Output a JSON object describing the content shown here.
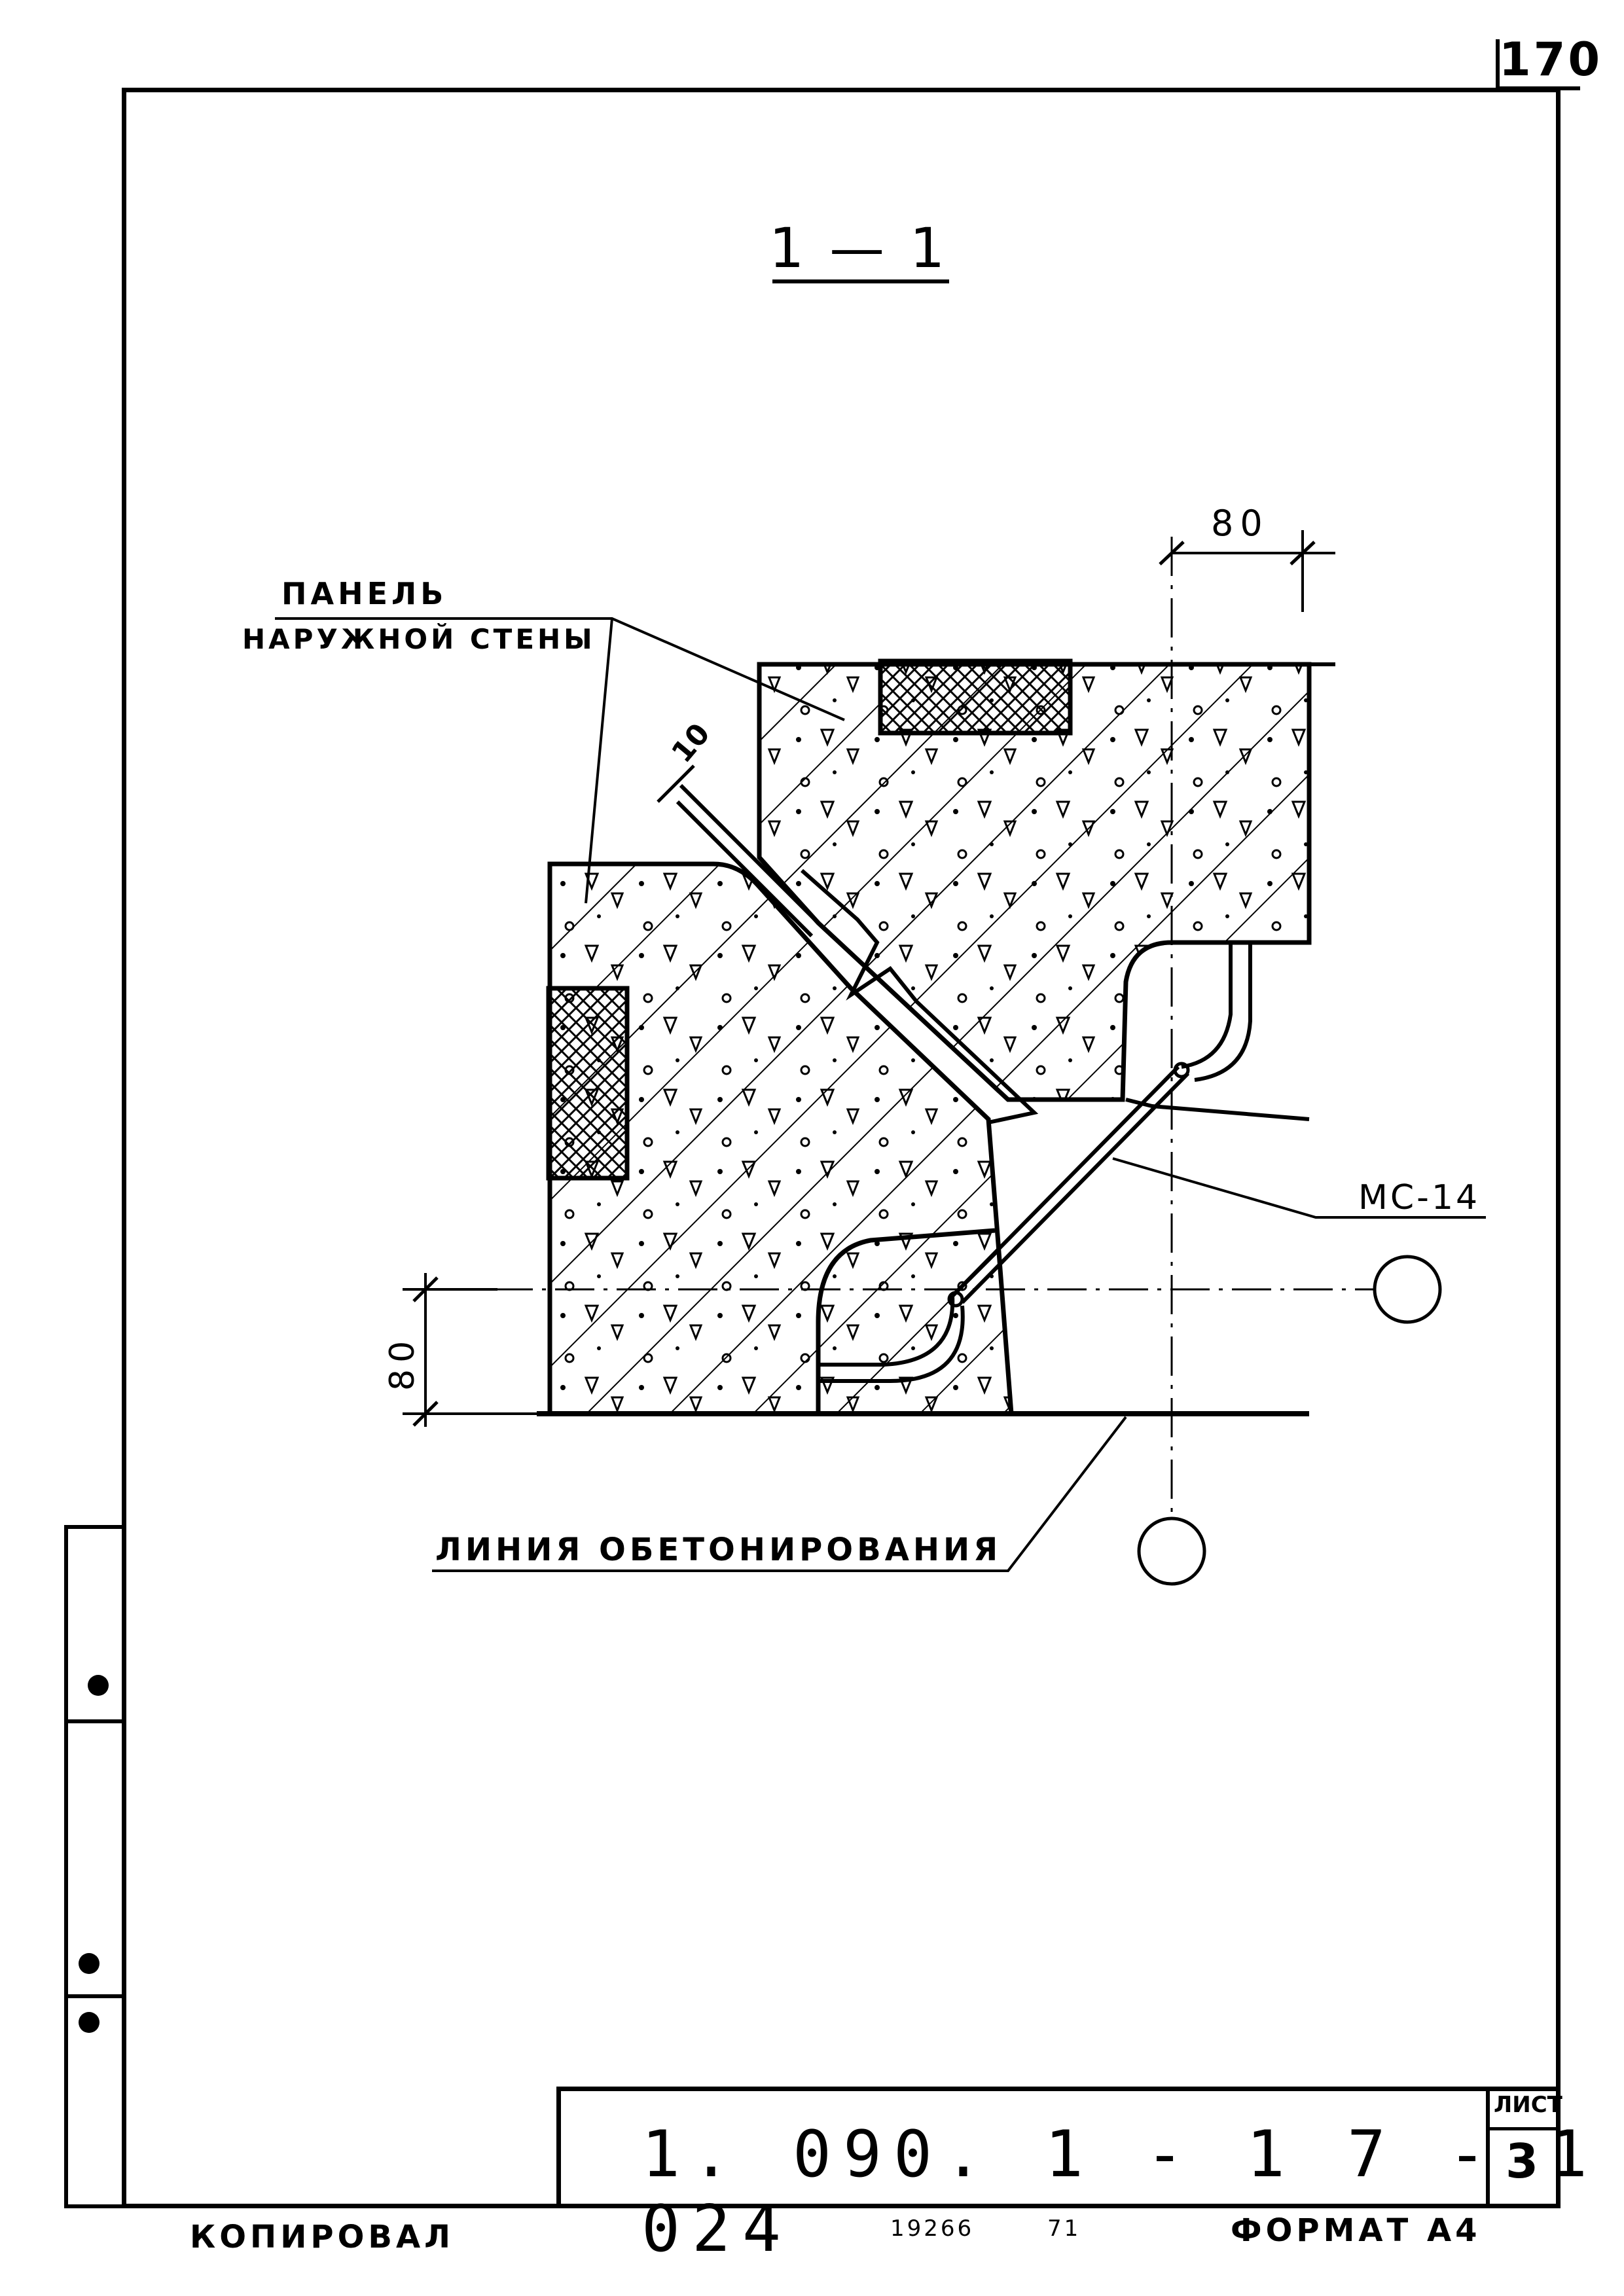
{
  "sheet_top_number": "170",
  "section_title": "1 — 1",
  "labels": {
    "panel_line1": "ПАНЕЛЬ",
    "panel_line2": "НАРУЖНОЙ СТЕНЫ",
    "dim_top": "80",
    "dim_left": "80",
    "gap": "10",
    "mc": "МС-14",
    "concreting_line": "ЛИНИЯ  ОБЕТОНИРОВАНИЯ"
  },
  "title_block": {
    "code": "1. 090. 1 - 1  7 - 1  024",
    "sheet_label": "ЛИСТ",
    "sheet_value": "3"
  },
  "footer": {
    "copied": "КОПИРОВАЛ",
    "number": "19266",
    "number2": "71",
    "format": "ФОРМАТ А4"
  },
  "colors": {
    "ink": "#000000",
    "paper": "#ffffff"
  }
}
